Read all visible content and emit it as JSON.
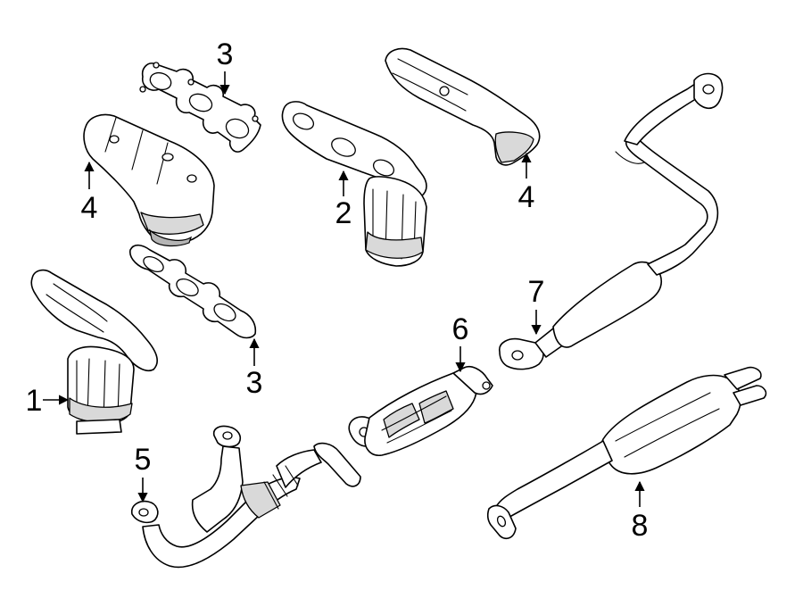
{
  "callouts": {
    "c1": "1",
    "c2": "2",
    "c3a": "3",
    "c3b": "3",
    "c4a": "4",
    "c4b": "4",
    "c5": "5",
    "c6": "6",
    "c7": "7",
    "c8": "8"
  }
}
